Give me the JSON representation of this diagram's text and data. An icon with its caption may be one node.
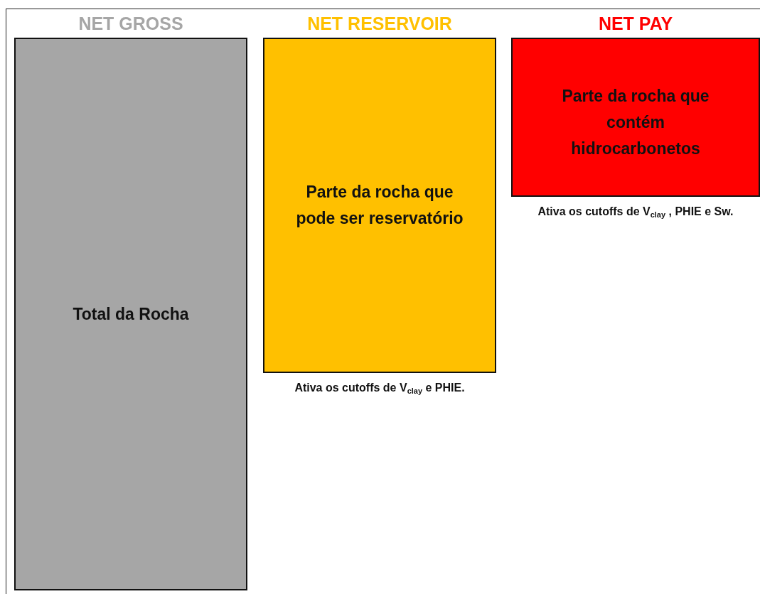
{
  "diagram": {
    "nodes": [
      {
        "text": [
          "NET GROSS",
          "Total da Rocha"
        ]
      },
      {
        "text": [
          "NET RESERVOIR",
          "Parte da rocha que pode ser reservatório"
        ],
        "beside": [
          "Ativa os cutoffs de V$_{clay}$ e PHIE."
        ]
      },
      {
        "text": [
          "NET PAY",
          "Parte da rocha que contém hidrocarbonetos"
        ],
        "beside": [
          "Ativa os cutoffs de V$_{clay}$ , PHIE e Sw."
        ]
      }
    ]
  }
}
